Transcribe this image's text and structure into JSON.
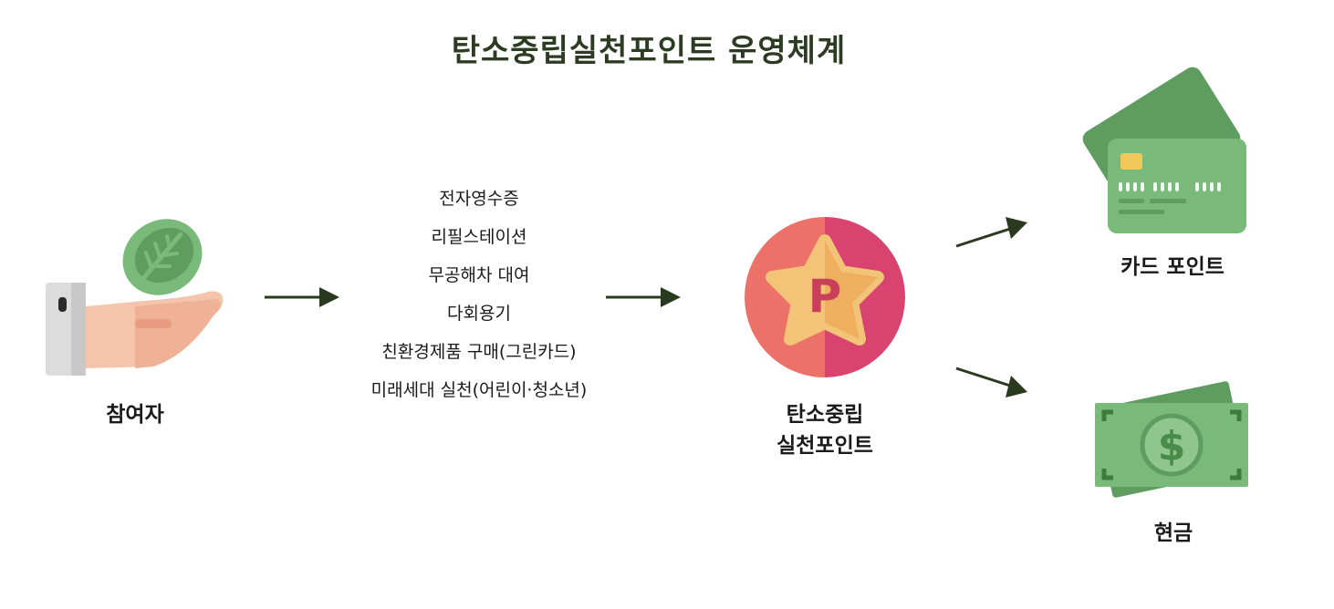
{
  "title": "탄소중립실천포인트 운영체계",
  "participant": {
    "label": "참여자",
    "icon": "hand-leaf-icon"
  },
  "activities": [
    "전자영수증",
    "리필스테이션",
    "무공해차 대여",
    "다회용기",
    "친환경제품 구매(그린카드)",
    "미래세대 실천(어린이·청소년)"
  ],
  "point": {
    "label_line1": "탄소중립",
    "label_line2": "실천포인트",
    "badge_letter": "P",
    "icon": "star-badge-icon"
  },
  "rewards": {
    "card": {
      "label": "카드 포인트",
      "icon": "credit-card-icon"
    },
    "cash": {
      "label": "현금",
      "symbol": "$",
      "icon": "banknote-icon"
    }
  },
  "colors": {
    "title": "#2c3b22",
    "arrow": "#2a3a1e",
    "green_dark": "#5f9c5f",
    "green_mid": "#79b979",
    "badge_left": "#eb7169",
    "badge_right": "#d9436f",
    "star": "#f3c477"
  }
}
